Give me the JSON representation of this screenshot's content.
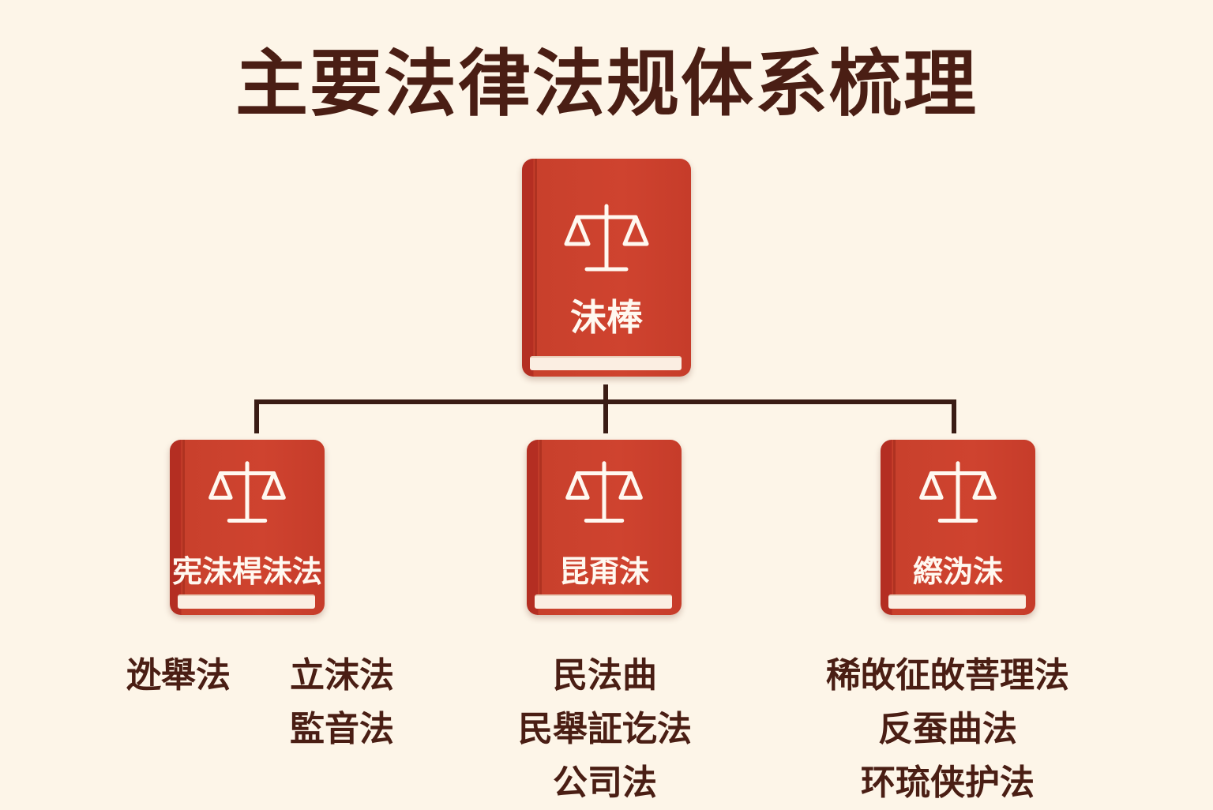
{
  "title": "主要法律法规体系梳理",
  "colors": {
    "background": "#fdf5e8",
    "book": "#cf432f",
    "text": "#4a1e14",
    "line": "#3a1c14"
  },
  "root": {
    "label": "沬棒",
    "icon": "scales-of-justice-icon"
  },
  "branches": [
    {
      "label": "宪沬桿沬法",
      "icon": "scales-of-justice-icon",
      "laws_left": [
        "迯舉法"
      ],
      "laws_right": [
        "立沫法",
        "監音法"
      ]
    },
    {
      "label": "昆甭沬",
      "icon": "scales-of-justice-icon",
      "laws": [
        "民法曲",
        "民舉証讫法",
        "公司法"
      ]
    },
    {
      "label": "縩沩沬",
      "icon": "scales-of-justice-icon",
      "laws": [
        "稀敀征敀菩理法",
        "反蚕曲法",
        "环琉侠护法"
      ]
    }
  ]
}
